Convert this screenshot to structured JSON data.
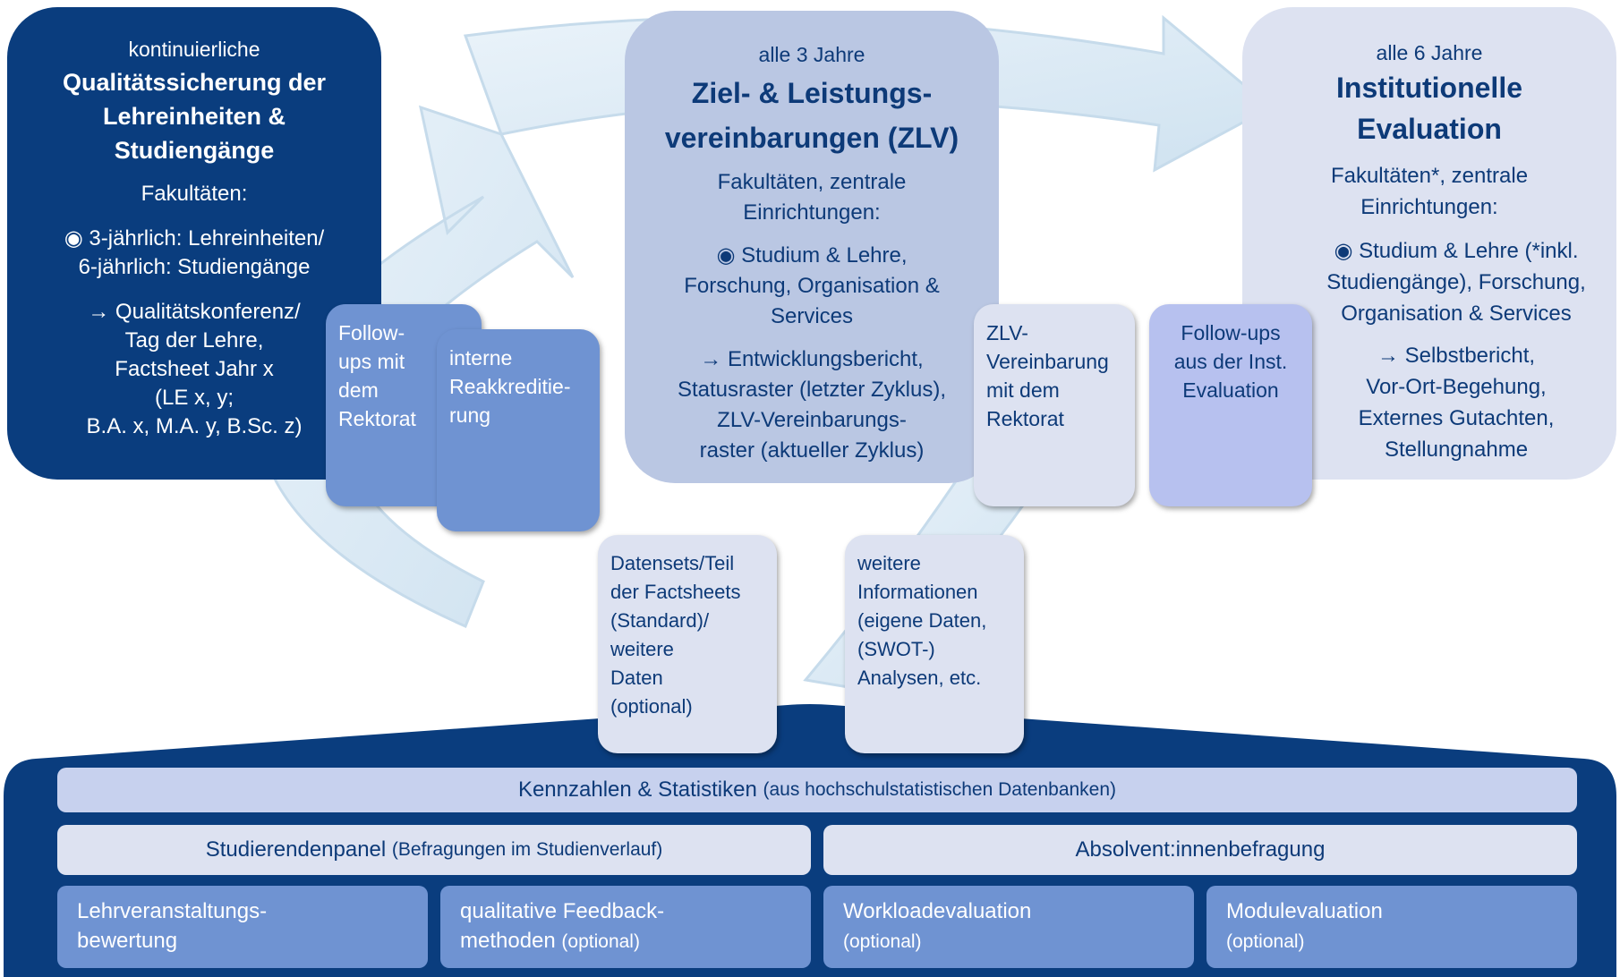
{
  "quality_block": {
    "pre": "kontinuierliche",
    "title_lines": [
      "Qualitätssicherung der",
      "Lehreinheiten &",
      "Studiengänge"
    ],
    "sub": "Fakultäten:",
    "bullet_lines": [
      "◉ 3-jährlich: Lehreinheiten/",
      "6-jährlich: Studiengänge"
    ],
    "arrow_lines": [
      "→ Qualitätskonferenz/",
      "Tag der Lehre,",
      "Factsheet Jahr x",
      "(LE x, y;",
      "B.A. x, M.A. y, B.Sc. z)"
    ]
  },
  "zlv_block": {
    "pre": "alle 3 Jahre",
    "title_lines": [
      "Ziel- & Leistungs-",
      "vereinbarungen (ZLV)"
    ],
    "sub_lines": [
      "Fakultäten, zentrale",
      "Einrichtungen:"
    ],
    "bullet_lines": [
      "◉ Studium & Lehre,",
      "Forschung, Organisation &",
      "Services"
    ],
    "arrow_lines": [
      "→ Entwicklungsbericht,",
      "Statusraster (letzter Zyklus),",
      "ZLV-Vereinbarungs-",
      "raster (aktueller Zyklus)"
    ]
  },
  "eval_block": {
    "pre": "alle 6 Jahre",
    "title_lines": [
      "Institutionelle",
      "Evaluation"
    ],
    "sub_lines": [
      "Fakultäten*, zentrale",
      "Einrichtungen:"
    ],
    "bullet_lines": [
      "◉ Studium & Lehre (*inkl.",
      "Studiengänge), Forschung,",
      "Organisation & Services"
    ],
    "arrow_lines": [
      "→ Selbstbericht,",
      "Vor-Ort-Begehung,",
      "Externes Gutachten,",
      "Stellungnahme"
    ]
  },
  "cards": {
    "followups_rektorat": [
      "Follow-",
      "ups mit",
      "dem",
      "Rektorat"
    ],
    "reakkreditierung": [
      "interne",
      "Reakkreditie-",
      "rung"
    ],
    "zlv_vereinbarung": [
      "ZLV-",
      "Vereinbarung",
      "mit dem",
      "Rektorat"
    ],
    "followups_eval": [
      "Follow-ups",
      "aus der Inst.",
      "Evaluation"
    ],
    "datensets": [
      "Datensets/Teil",
      "der Factsheets",
      "(Standard)/",
      "weitere",
      "Daten",
      "(optional)"
    ],
    "weitere_info": [
      "weitere",
      "Informationen",
      "(eigene Daten,",
      "(SWOT-)",
      "Analysen, etc."
    ]
  },
  "base": {
    "kennzahlen": {
      "main": "Kennzahlen & Statistiken",
      "note": "(aus hochschulstatistischen Datenbanken)"
    },
    "studierendenpanel": {
      "main": "Studierendenpanel",
      "note": "(Befragungen im Studienverlauf)"
    },
    "absolventen": {
      "main": "Absolvent:innenbefragung"
    },
    "tiles": [
      {
        "line1": "Lehrveranstaltungs-",
        "line2": "bewertung",
        "note": ""
      },
      {
        "line1": "qualitative Feedback-",
        "line2": "methoden",
        "note": "(optional)"
      },
      {
        "line1": "Workloadevaluation",
        "line2": "",
        "note": "(optional)"
      },
      {
        "line1": "Modulevaluation",
        "line2": "",
        "note": "(optional)"
      }
    ]
  },
  "colors": {
    "dark_blue": "#0a3d7e",
    "mid_blue": "#6f93d2",
    "light_blue": "#bac7e3",
    "pale_blue": "#dde2f1",
    "lavender": "#b7c1ef",
    "arrow_tint": "#dceaf5"
  }
}
